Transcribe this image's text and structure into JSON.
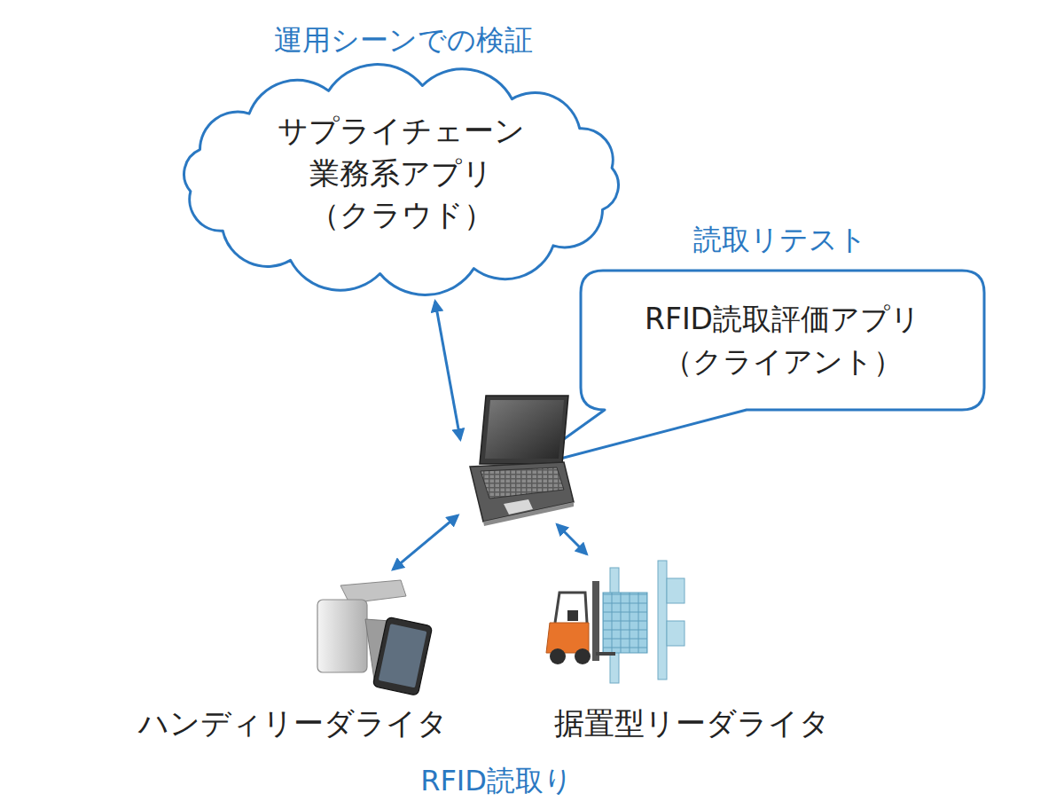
{
  "diagram": {
    "nodes": [
      {
        "text": [
          "サプライチェーン 業務系アプリ （クラウド）"
        ]
      },
      {
        "text": [
          "RFID読取評価アプリ （クライアント）"
        ]
      },
      {
        "text": [
          "ハンディリーダライタ"
        ]
      },
      {
        "text": [
          "据置型リーダライタ"
        ]
      }
    ],
    "edges": [
      {
        "from": 0,
        "to": 1,
        "arrow": "both"
      },
      {
        "from": 1,
        "to": 2,
        "arrow": "both"
      },
      {
        "from": 1,
        "to": 3,
        "arrow": "both"
      }
    ],
    "labels": [
      "運用シーンでの検証",
      "読取リテスト",
      "RFID読取り"
    ]
  }
}
